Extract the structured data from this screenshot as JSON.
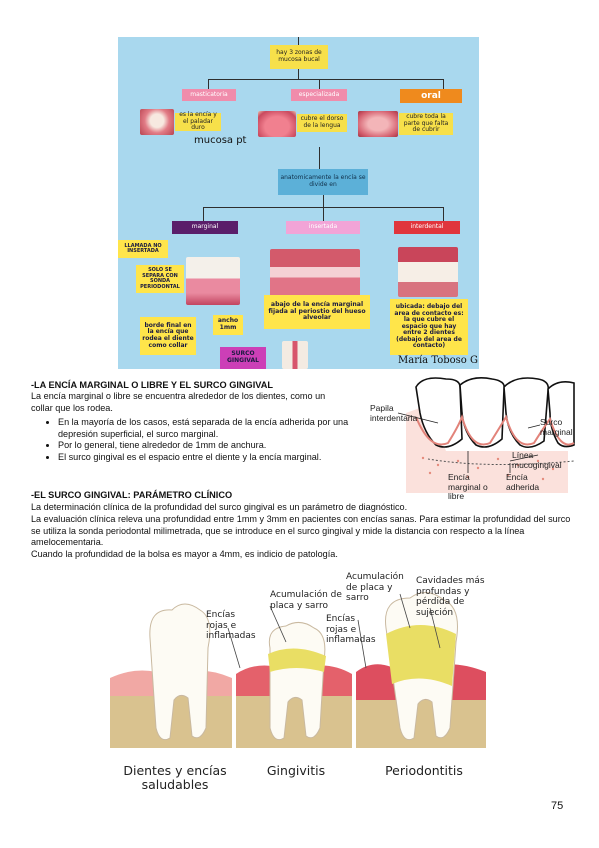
{
  "mindmap": {
    "root": "hay 3 zonas de mucosa bucal",
    "zones": [
      {
        "label": "masticatoria",
        "desc": "es la encía y el paladar duro"
      },
      {
        "label": "especializada",
        "desc": "cubre el dorso de la lengua"
      },
      {
        "label": "oral",
        "desc": "cubre toda la parte que falta de cubrir"
      }
    ],
    "note": "mucosa pt",
    "division": "anatomicamente la encía se divide en",
    "types": [
      "marginal",
      "insertada",
      "interdental"
    ],
    "marginal_notes": [
      "LLAMADA NO INSERTADA",
      "SOLO SE SEPARA CON SONDA PERIODONTAL",
      "borde final en la encía que rodea el diente como collar",
      "ancho 1mm"
    ],
    "insertada_desc": "abajo de la encía marginal fijada al periostio del hueso alveolar",
    "interdental_desc": "ubicada: debajo del area de contacto es: la que cubre el espacio que hay entre 2 dientes (debajo del area de contacto)",
    "surco": "SURCO GINGIVAL",
    "author": "María Toboso G"
  },
  "section1": {
    "title": "-LA ENCÍA MARGINAL O LIBRE Y EL SURCO GINGIVAL",
    "intro": "La encía marginal o libre se encuentra alrededor de los dientes, como un collar que los rodea.",
    "bullets": [
      "En la mayoría de los casos, está separada de la encía adherida por una depresión superficial, el surco marginal.",
      "Por lo general, tiene alrededor de 1mm de anchura.",
      "El surco gingival es el espacio entre el diente y la encía marginal."
    ],
    "diagram_labels": {
      "papila": "Papila interdentaria",
      "surco": "Surco marginal",
      "linea": "Línea mucogingival",
      "marginal": "Encía marginal o libre",
      "adherida": "Encía adherida"
    }
  },
  "section2": {
    "title": "-EL SURCO GINGIVAL: PARÁMETRO CLÍNICO",
    "paragraphs": [
      "La determinación clínica de la profundidad del surco gingival es un parámetro de diagnóstico.",
      "La evaluación clínica releva una profundidad entre 1mm y 3mm en pacientes con encías sanas. Para estimar la profundidad del surco se utiliza la sonda periodontal milimetrada, que se introduce en el surco gingival y mide la distancia con respecto a la línea amelocementaria.",
      "Cuando la profundidad de la bolsa es mayor a 4mm, es indicio de patología."
    ]
  },
  "figure": {
    "labels": {
      "encias1": "Encías rojas e inflamadas",
      "placa1": "Acumulación de placa y sarro",
      "encias2": "Encías rojas e inflamadas",
      "placa2": "Acumulación de placa y sarro",
      "cavidades": "Cavidades más profundas y pérdida de sujeción"
    },
    "captions": [
      "Dientes y encías saludables",
      "Gingivitis",
      "Periodontitis"
    ]
  },
  "page_number": "75"
}
